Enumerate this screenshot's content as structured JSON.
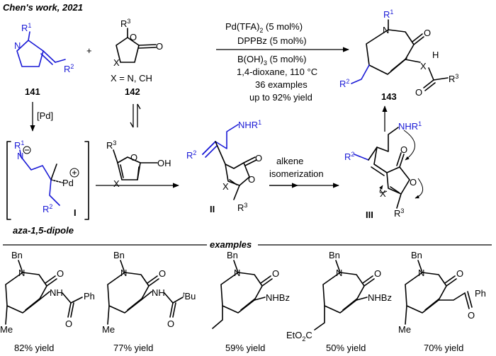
{
  "header": {
    "title": "Chen's work, 2021"
  },
  "colors": {
    "accent_blue": "#1a1ad6",
    "ink": "#000000"
  },
  "reagents": {
    "cat": "Pd(TFA)",
    "cat_sub": "2",
    "cat_load": " (5 mol%)",
    "ligand": "DPPBz (5 mol%)",
    "acid": "B(OH)",
    "acid_sub": "3",
    "acid_load": " (5 mol%)",
    "conditions": "1,4-dioxane, 110 °C",
    "scope": "36 examples",
    "yield": "up to 92% yield"
  },
  "compounds": {
    "c141": "141",
    "c142": "142",
    "c143": "143",
    "xdef": "X = N, CH",
    "int1": "I",
    "int2": "II",
    "int3": "III",
    "dipole": "aza-1,5-dipole",
    "pd_label": "[Pd]"
  },
  "atoms": {
    "R1": "R",
    "R2": "R",
    "R3": "R",
    "sup1": "1",
    "sup2": "2",
    "sup3": "3",
    "N": "N",
    "O": "O",
    "X": "X",
    "H": "H",
    "Pd": "Pd",
    "OH": "OH",
    "NHR": "NHR"
  },
  "steps": {
    "isom1": "alkene",
    "isom2": "isomerization"
  },
  "examples_header": "examples",
  "examples": [
    {
      "sub": "NH(C=O)Ph",
      "yield": "82% yield"
    },
    {
      "sub": "NH(C=O)tBu",
      "yield": "77% yield"
    },
    {
      "sub": "NHBz",
      "yield": "59% yield"
    },
    {
      "sub": "NHBz",
      "yield": "50% yield"
    },
    {
      "sub": "CH2C(=O)Ph",
      "yield": "70% yield"
    }
  ],
  "example_text": {
    "Bn": "Bn",
    "Me": "Me",
    "Ph": "Ph",
    "tBu_t": "t",
    "tBu": "Bu",
    "NH": "NH",
    "NHBz": "NHBz",
    "EtO2C_a": "EtO",
    "EtO2C_b": "2",
    "EtO2C_c": "C"
  }
}
